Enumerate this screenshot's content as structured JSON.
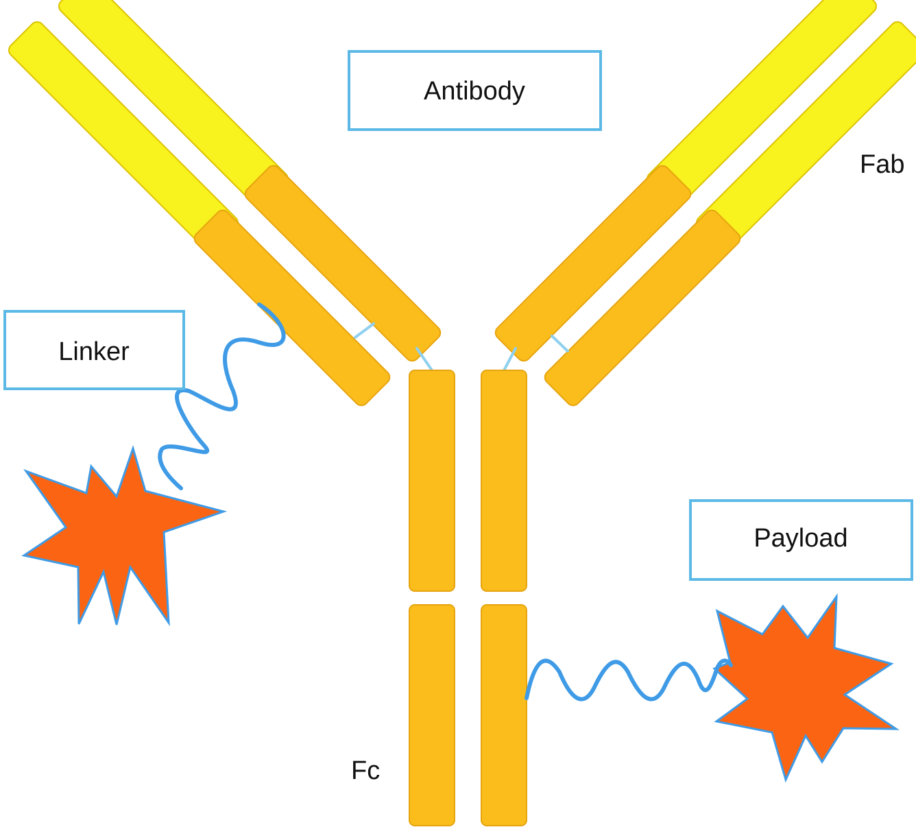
{
  "labels": {
    "antibody": "Antibody",
    "fab": "Fab",
    "linker": "Linker",
    "payload": "Payload",
    "fc": "Fc"
  },
  "colors": {
    "light_chain": "#f8f21e",
    "heavy_chain": "#fbbd1c",
    "hinge": "#8fd0ef",
    "linker": "#3f9be6",
    "payload": "#fb6412",
    "label_border": "#5cb9e6"
  }
}
